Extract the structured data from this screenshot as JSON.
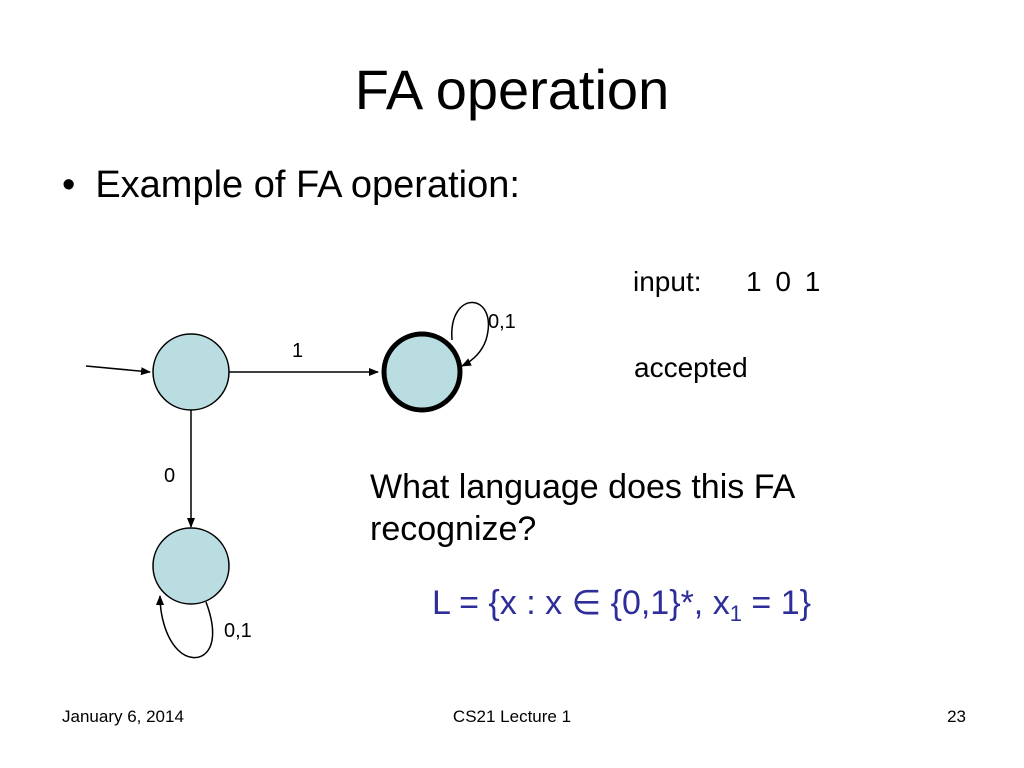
{
  "slide": {
    "title": "FA operation",
    "bullet_mark": "•",
    "bullet_text": "Example of FA operation:"
  },
  "automaton": {
    "colors": {
      "state_fill": "#b9dde0",
      "stroke": "#000000"
    },
    "edge_labels": {
      "start_to_accept": "1",
      "accept_loop": "0,1",
      "start_to_dead": "0",
      "dead_loop": "0,1"
    }
  },
  "run": {
    "input_label": "input:",
    "input_value": "1 0 1",
    "result": "accepted"
  },
  "question": {
    "text": "What language does this FA recognize?",
    "answer_prefix": "L = {x : x ∈ {0,1}*, x",
    "answer_sub": "1",
    "answer_suffix": " = 1}",
    "answer_color": "#2e2e9a"
  },
  "footer": {
    "date": "January 6,  2014",
    "course": "CS21 Lecture 1",
    "page": "23"
  }
}
